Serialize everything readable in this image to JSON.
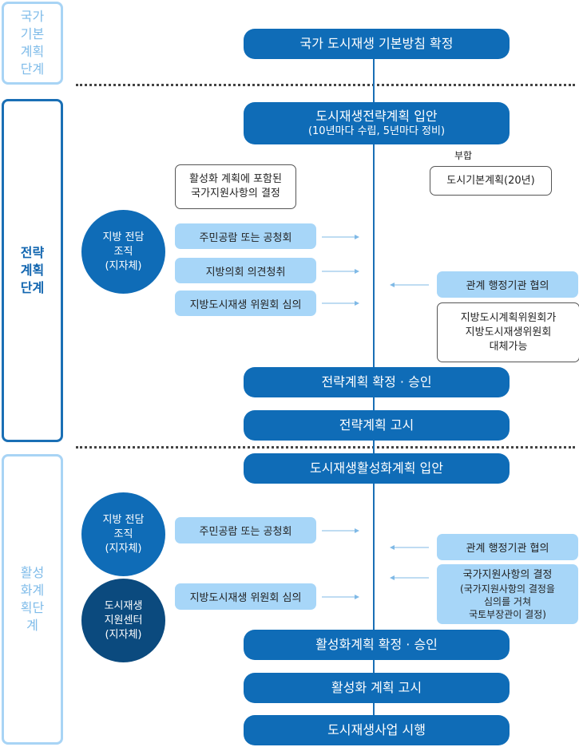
{
  "stages": {
    "national": "국가기본계획단계",
    "strategy": "전략계획단계",
    "activation": "활성화계획단계"
  },
  "national": {
    "confirm": "국가 도시재생 기본방침 확정"
  },
  "strategy": {
    "draft_title": "도시재생전략계획 입안",
    "draft_sub": "(10년마다 수립, 5년마다 정비)",
    "conform_label": "부합",
    "city_plan": "도시기본계획(20년)",
    "support_note_line1": "활성화 계획에 포함된",
    "support_note_line2": "국가지원사항의 결정",
    "org_line1": "지방 전담",
    "org_line2": "조직",
    "org_line3": "(지자체)",
    "step_hearing": "주민공람 또는 공청회",
    "step_council": "지방의회 의견청취",
    "step_committee": "지방도시재생 위원회 심의",
    "agency": "관계 행정기관 협의",
    "replace_line1": "지방도시계획위원회가",
    "replace_line2": "지방도시재생위원회",
    "replace_line3": "대체가능",
    "approve": "전략계획 확정 · 승인",
    "notice": "전략계획 고시"
  },
  "activation": {
    "draft": "도시재생활성화계획 입안",
    "org_line1": "지방 전담",
    "org_line2": "조직",
    "org_line3": "(지자체)",
    "center_line1": "도시재생",
    "center_line2": "지원센터",
    "center_line3": "(지자체)",
    "step_hearing": "주민공람 또는 공청회",
    "step_committee": "지방도시재생 위원회 심의",
    "agency": "관계 행정기관 협의",
    "decision_line1": "국가지원사항의 결정",
    "decision_line2": "(국가지원사항의 결정을",
    "decision_line3": "심의를 거쳐",
    "decision_line4": "국토부장관이 결정)",
    "approve": "활성화계획 확정 · 승인",
    "notice": "활성화 계획 고시",
    "execute": "도시재생사업 시행"
  },
  "colors": {
    "primary": "#0f6cb7",
    "navy": "#0b4a7e",
    "light": "#a7d6f8",
    "stage_light_border": "#a8d4f5",
    "arrow": "#7fb9e6"
  }
}
